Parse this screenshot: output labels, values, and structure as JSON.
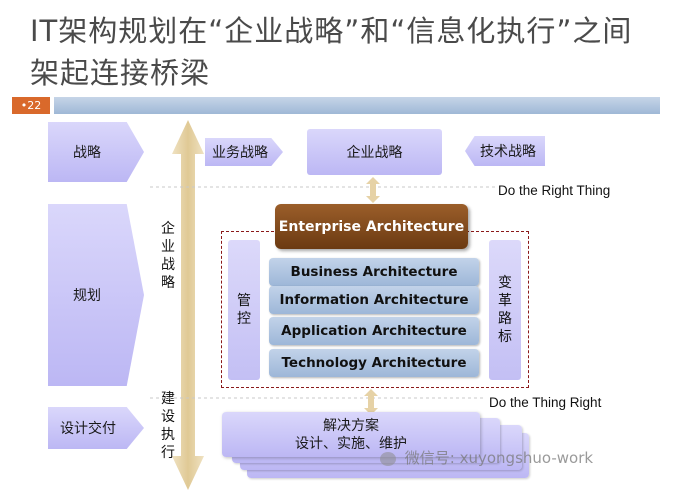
{
  "title": "IT架构规划在“企业战略”和“信息化执行”之间架起连接桥梁",
  "slide_number": "•22",
  "left_column": {
    "strategy": "战略",
    "planning": "规划",
    "delivery": "设计交付"
  },
  "arrow_labels": {
    "upper": "企业战略",
    "lower": "建设执行"
  },
  "top_row": {
    "business_strategy": "业务战略",
    "enterprise_strategy": "企业战略",
    "tech_strategy": "技术战略"
  },
  "do_right_thing": "Do the Right Thing",
  "do_thing_right": "Do the Thing Right",
  "enterprise_architecture": "Enterprise Architecture",
  "layers": [
    "Business Architecture",
    "Information Architecture",
    "Application Architecture",
    "Technology Architecture"
  ],
  "left_pillar": "管控",
  "right_pillar": "变革路标",
  "solution": {
    "title": "解决方案",
    "subtitle": "设计、实施、维护"
  },
  "watermark": "微信号: xuyongshuo-work",
  "colors": {
    "lavender": "#c8c4f6",
    "brown": "#7a4418",
    "layer_blue": "#aec4e0",
    "arrow_gold": "#e6d2a6",
    "frame_red": "#8b1a1a",
    "badge_orange": "#d9692b"
  }
}
